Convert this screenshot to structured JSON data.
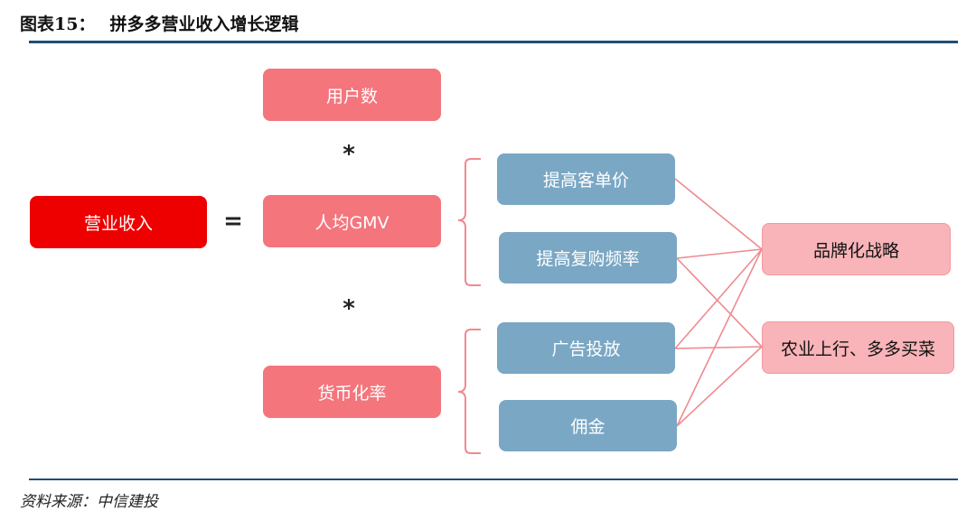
{
  "header": {
    "figure_number": "图表15：",
    "title": "拼多多营业收入增长逻辑"
  },
  "footer": {
    "source": "资料来源：中信建投"
  },
  "operators": {
    "equals": "=",
    "multiply_1": "*",
    "multiply_2": "*"
  },
  "boxes": {
    "revenue": "营业收入",
    "users": "用户数",
    "gmv_per_user": "人均GMV",
    "monetization_rate": "货币化率",
    "raise_order_value": "提高客单价",
    "raise_frequency": "提高复购频率",
    "advertising": "广告投放",
    "commission": "佣金",
    "brand_strategy": "品牌化战略",
    "agriculture": "农业上行、多多买菜"
  },
  "colors": {
    "revenue": "#ee0000",
    "factor": "#f4757c",
    "driver": "#7aa7c4",
    "strategy": "#f8b4b8",
    "connector": "#ef8a90",
    "rule": "#1f4e79"
  }
}
